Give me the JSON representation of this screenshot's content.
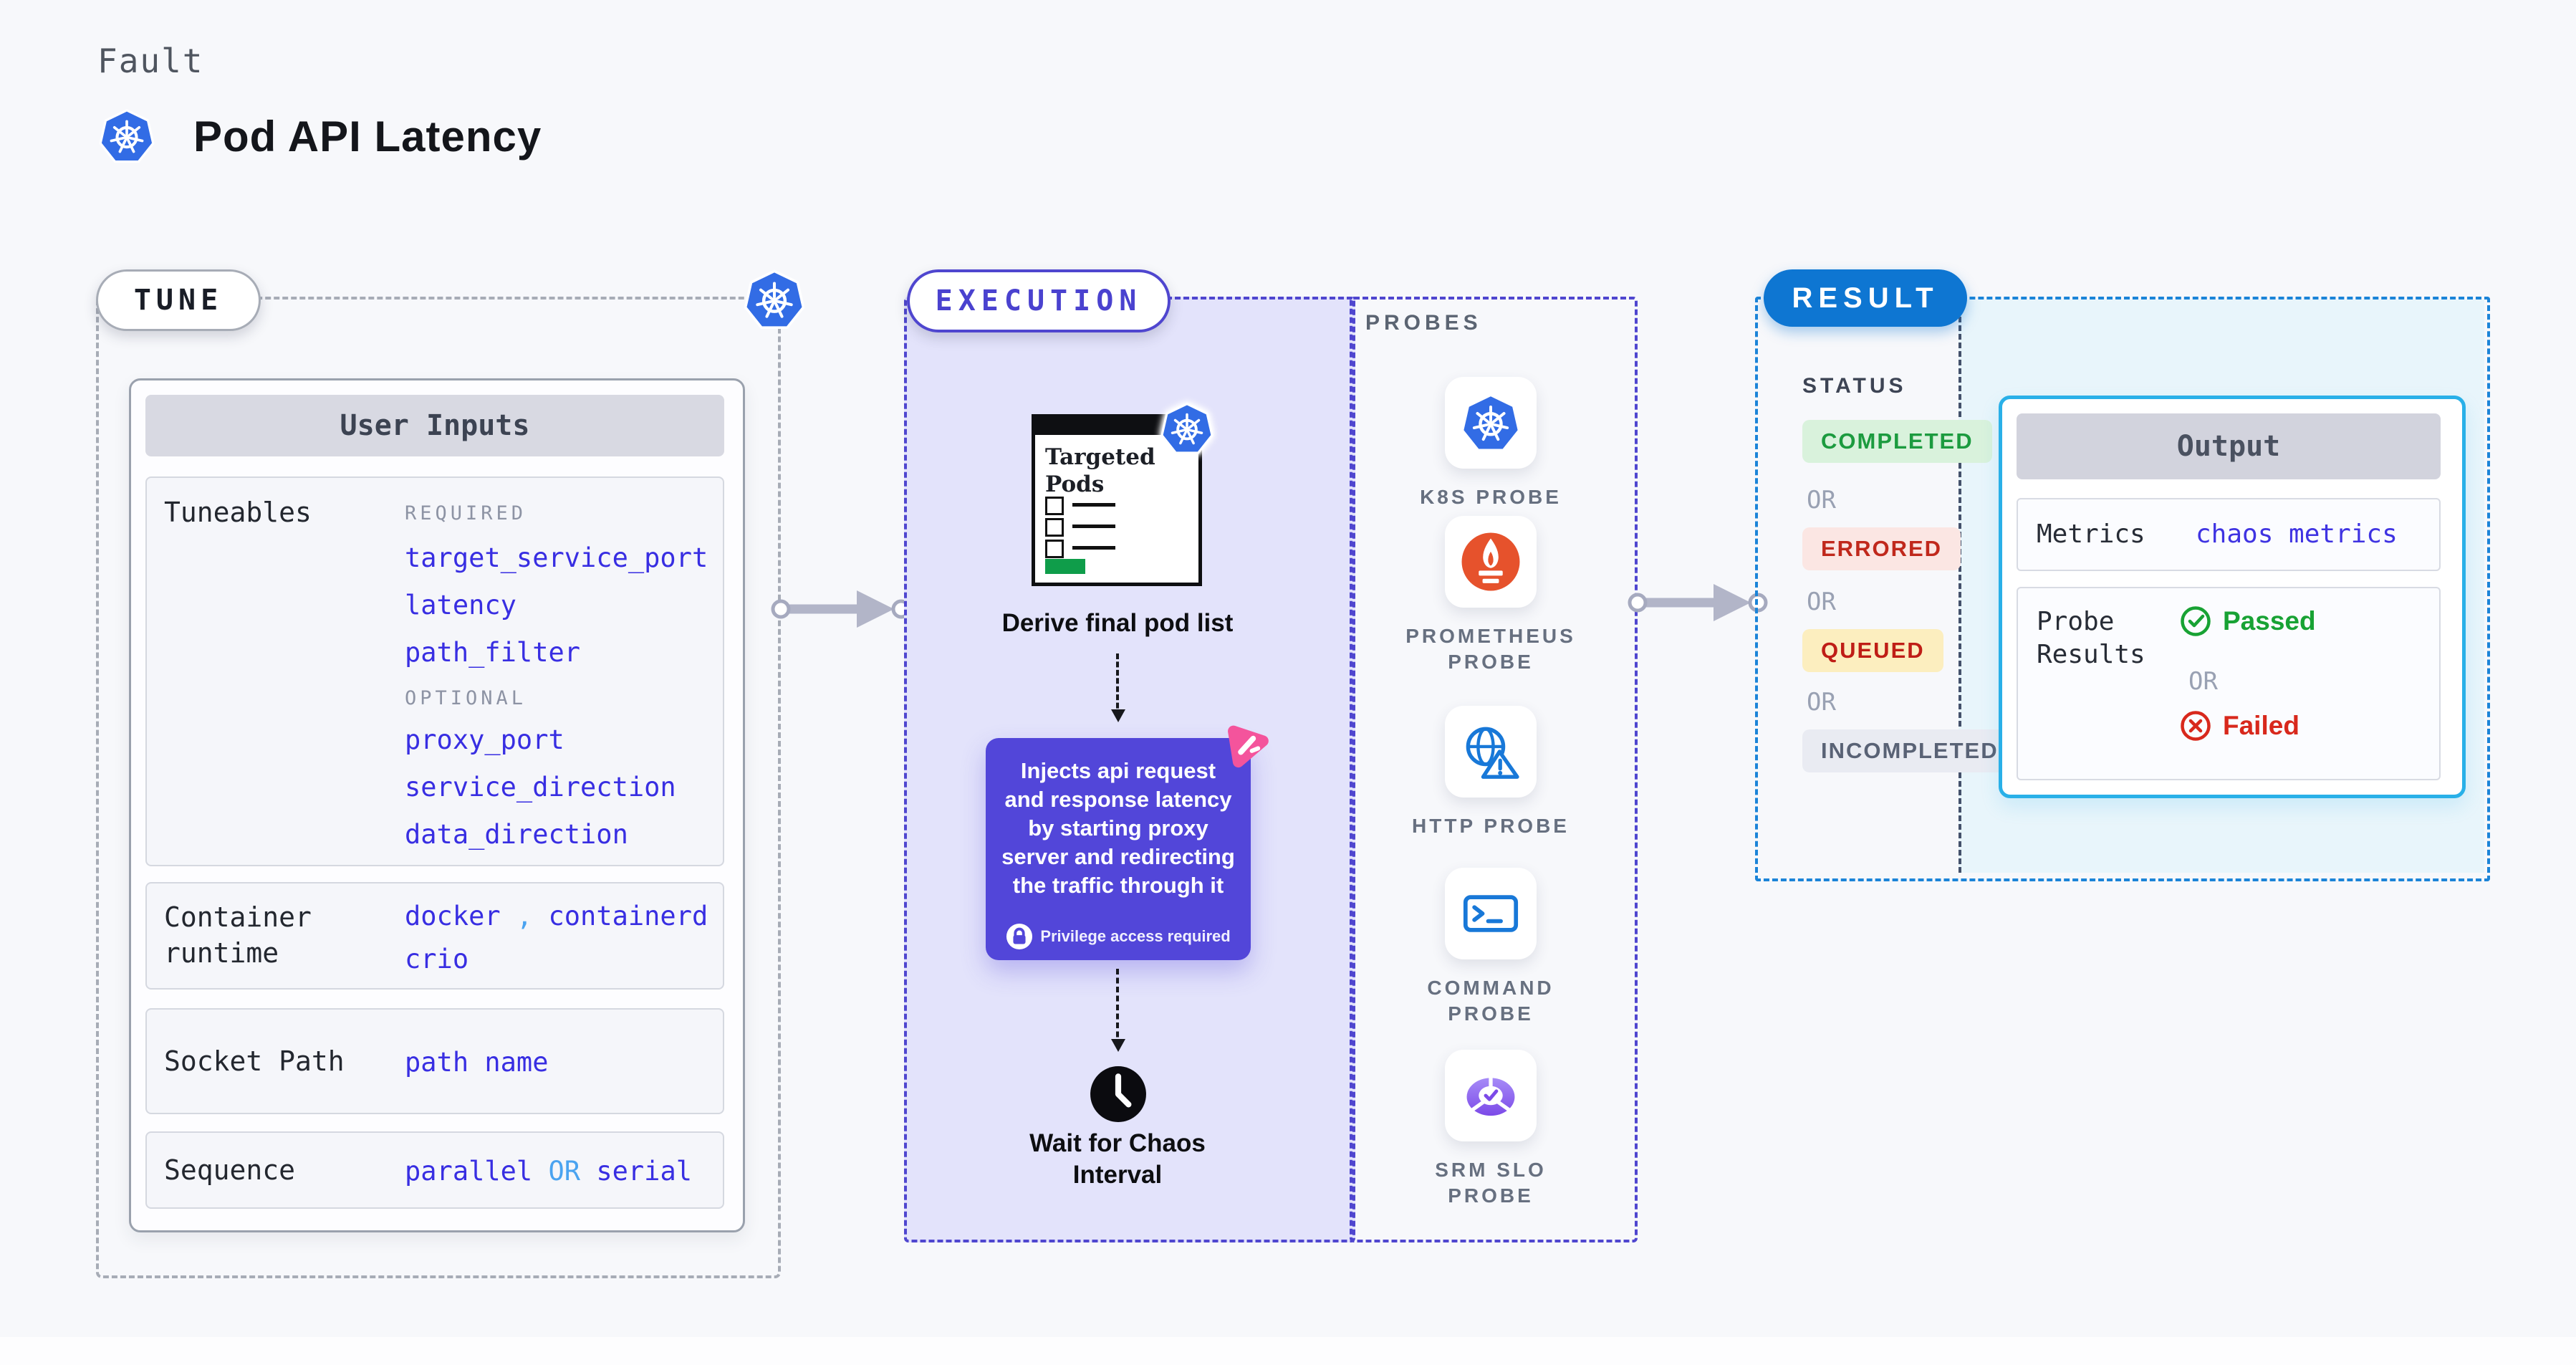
{
  "header": {
    "kicker": "Fault",
    "title": "Pod API Latency"
  },
  "tune": {
    "pill": "TUNE",
    "user_inputs": {
      "title": "User Inputs",
      "tuneables": {
        "label": "Tuneables",
        "required_label": "REQUIRED",
        "required": [
          "target_service_port",
          "latency",
          "path_filter"
        ],
        "optional_label": "OPTIONAL",
        "optional": [
          "proxy_port",
          "service_direction",
          "data_direction"
        ]
      },
      "container_runtime": {
        "label": "Container runtime",
        "value1": "docker",
        "separator": ",",
        "value2": "containerd",
        "value3": "crio"
      },
      "socket_path": {
        "label": "Socket Path",
        "value": "path name"
      },
      "sequence": {
        "label": "Sequence",
        "value1": "parallel",
        "or": "OR",
        "value2": "serial"
      }
    }
  },
  "execution": {
    "pill": "EXECUTION",
    "targeted_pods_title": "Targeted Pods",
    "derive_label": "Derive final pod list",
    "inject_text": "Injects api request and response latency by starting proxy server and redirecting the traffic through it",
    "privilege_label": "Privilege access required",
    "wait_label": "Wait for Chaos Interval"
  },
  "probes": {
    "heading": "PROBES",
    "items": [
      {
        "label": "K8S PROBE",
        "icon": "kubernetes-icon"
      },
      {
        "label": "PROMETHEUS PROBE",
        "icon": "prometheus-icon"
      },
      {
        "label": "HTTP PROBE",
        "icon": "globe-warning-icon"
      },
      {
        "label": "COMMAND PROBE",
        "icon": "terminal-icon"
      },
      {
        "label": "SRM SLO PROBE",
        "icon": "slo-donut-check-icon"
      }
    ]
  },
  "result": {
    "pill": "RESULT",
    "status_heading": "STATUS",
    "or_label": "OR",
    "statuses": [
      {
        "label": "COMPLETED",
        "color": "#1c9b3f",
        "bg": "#d9f2dc"
      },
      {
        "label": "ERRORED",
        "color": "#c0281c",
        "bg": "#fbe6e3"
      },
      {
        "label": "QUEUED",
        "color": "#bf1d16",
        "bg": "#fceebf"
      },
      {
        "label": "INCOMPLETED",
        "color": "#596275",
        "bg": "#e9ebf2"
      }
    ],
    "output": {
      "title": "Output",
      "metrics_label": "Metrics",
      "metrics_value": "chaos metrics",
      "probe_results_label": "Probe Results",
      "passed_label": "Passed",
      "or_label": "OR",
      "failed_label": "Failed"
    }
  },
  "colors": {
    "page_bg": "#f7f8fb",
    "value_blue": "#382ee2",
    "value_light_blue": "#4aa3f0",
    "execution_accent": "#4f46cf",
    "execution_bg": "#e3e3fb",
    "result_accent": "#0e76d2",
    "result_cyan_bg": "#e8f5fb",
    "output_border": "#29b0e8",
    "passed_green": "#18a234",
    "failed_red": "#d8281c",
    "kubernetes_blue": "#326ce5",
    "prometheus_orange": "#e6522c",
    "purple_box": "#5246d9",
    "pink_icon": "#f4549c",
    "green_bar": "#0f9d4a"
  }
}
